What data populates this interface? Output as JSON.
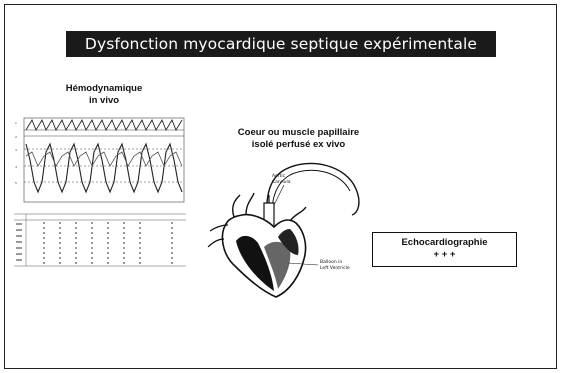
{
  "slide": {
    "title": "Dysfonction myocardique septique expérimentale",
    "hemodynamics_label": [
      "Hémodynamique",
      "in vivo"
    ],
    "heart_label": [
      "Coeur ou muscle papillaire",
      "isolé perfusé  ex vivo"
    ],
    "echo_label": [
      "Echocardiographie",
      "+ + +"
    ],
    "heart_figure_labels": {
      "aorta": "Aortic",
      "cannula": "Cannula",
      "balloon": [
        "Balloon in",
        "Left Ventricle"
      ]
    }
  }
}
